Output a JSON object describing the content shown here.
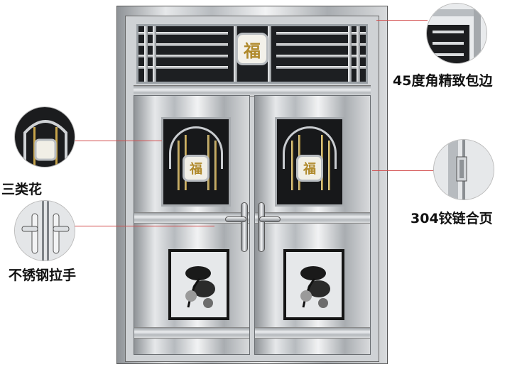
{
  "callouts": {
    "corner_label": "45度角精致包边",
    "flower_label": "三类花",
    "hinge_label": "304铰链合页",
    "handle_label": "不锈钢拉手"
  },
  "door": {
    "medallion_char": "福"
  },
  "colors": {
    "callout_line": "#d24b4b",
    "steel_light": "#eceef0",
    "steel_dark": "#8f9397",
    "grille_dark": "#17181a",
    "gold_accent": "#b08a2c"
  },
  "icons": {
    "corner_detail": "frame-corner-detail-icon",
    "flower_detail": "grille-flower-detail-icon",
    "hinge_detail": "hinge-detail-icon",
    "handle_detail": "handle-detail-icon"
  }
}
